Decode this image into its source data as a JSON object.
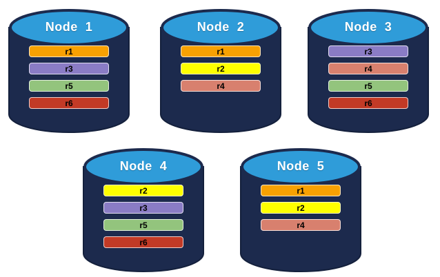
{
  "colors": {
    "background": "#FFFFFF",
    "cylinder_body": "#1C2A4D",
    "cylinder_outline": "#14203C",
    "cylinder_top": "#2F9CD9",
    "replica": {
      "r1": "#F8A102",
      "r2": "#FFFF00",
      "r3": "#8A7CC5",
      "r4": "#D8806E",
      "r5": "#93C47D",
      "r6": "#C23A26"
    }
  },
  "nodes": [
    {
      "label": "Node  1",
      "replicas": [
        "r1",
        "r3",
        "r5",
        "r6"
      ]
    },
    {
      "label": "Node  2",
      "replicas": [
        "r1",
        "r2",
        "r4"
      ]
    },
    {
      "label": "Node  3",
      "replicas": [
        "r3",
        "r4",
        "r5",
        "r6"
      ]
    },
    {
      "label": "Node  4",
      "replicas": [
        "r2",
        "r3",
        "r5",
        "r6"
      ]
    },
    {
      "label": "Node  5",
      "replicas": [
        "r1",
        "r2",
        "r4"
      ]
    }
  ]
}
